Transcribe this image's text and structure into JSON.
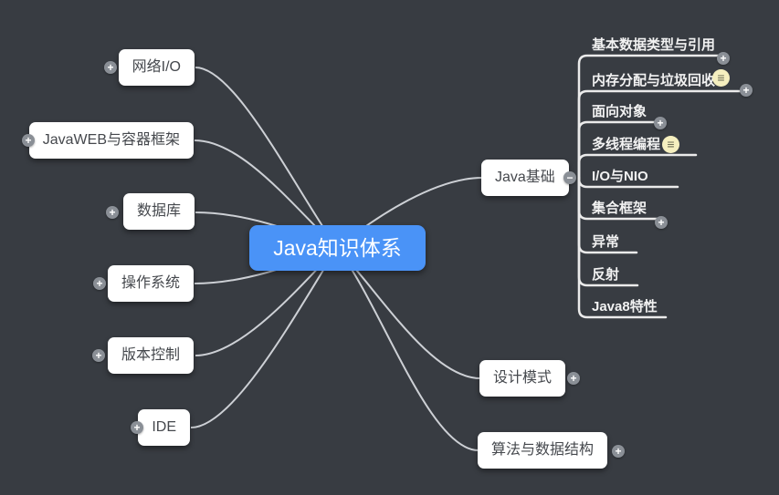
{
  "root": {
    "label": "Java知识体系"
  },
  "left_branches": [
    {
      "label": "网络I/O"
    },
    {
      "label": "JavaWEB与容器框架"
    },
    {
      "label": "数据库"
    },
    {
      "label": "操作系统"
    },
    {
      "label": "版本控制"
    },
    {
      "label": "IDE"
    }
  ],
  "right_branches": [
    {
      "label": "Java基础",
      "children": [
        {
          "label": "基本数据类型与引用"
        },
        {
          "label": "内存分配与垃圾回收"
        },
        {
          "label": "面向对象"
        },
        {
          "label": "多线程编程"
        },
        {
          "label": "I/O与NIO"
        },
        {
          "label": "集合框架"
        },
        {
          "label": "异常"
        },
        {
          "label": "反射"
        },
        {
          "label": "Java8特性"
        }
      ]
    },
    {
      "label": "设计模式"
    },
    {
      "label": "算法与数据结构"
    }
  ],
  "glyphs": {
    "expand_plus": "+",
    "collapse_minus": "−",
    "notes": "≡"
  },
  "colors": {
    "background": "#383c42",
    "root_fill": "#4a93f7",
    "root_text": "#ffffff",
    "node_fill": "#ffffff",
    "node_text": "#45484d",
    "branch_line": "#cdd0d5",
    "child_line": "#ebebeb",
    "child_text": "#f2f2f2",
    "expand_icon_fill": "#8a8f96",
    "notes_icon_fill": "#f5efbf"
  }
}
